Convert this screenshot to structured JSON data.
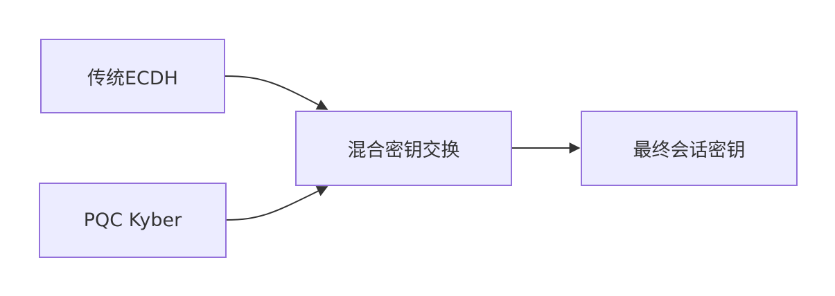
{
  "nodes": {
    "ecdh": "传统ECDH",
    "kyber": "PQC Kyber",
    "hybrid": "混合密钥交换",
    "session": "最终会话密钥"
  },
  "edges": [
    {
      "from": "ecdh",
      "to": "hybrid"
    },
    {
      "from": "kyber",
      "to": "hybrid"
    },
    {
      "from": "hybrid",
      "to": "session"
    }
  ],
  "colors": {
    "fill": "#ECECFF",
    "stroke": "#9370DB",
    "edge": "#333333",
    "text": "#333333"
  }
}
